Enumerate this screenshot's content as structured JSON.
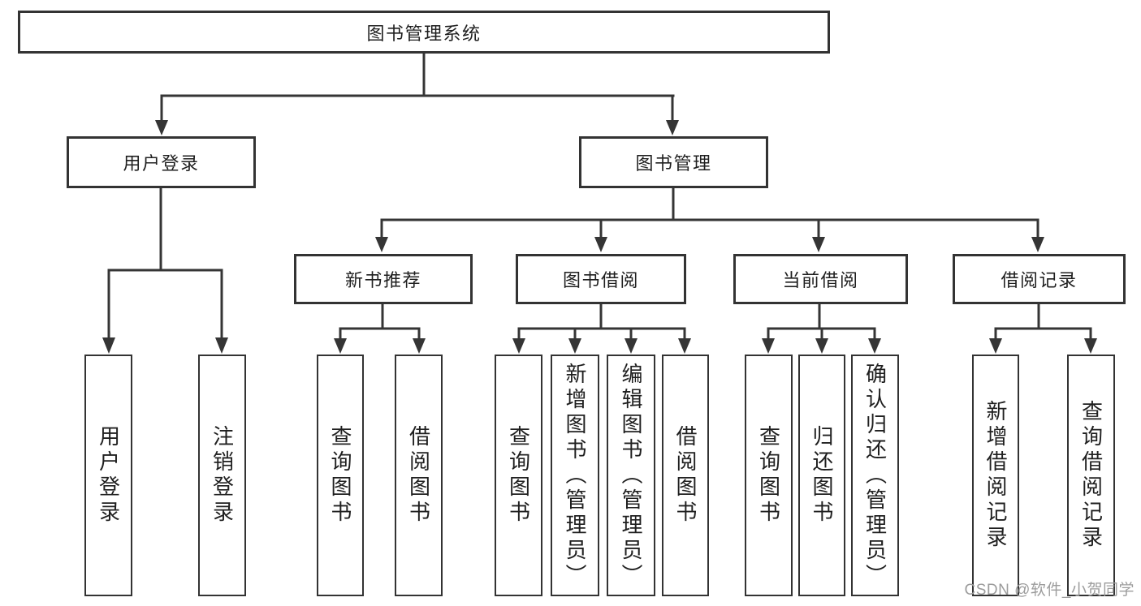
{
  "diagram": {
    "root": {
      "label": "图书管理系统"
    },
    "branches": [
      {
        "label": "用户登录",
        "children": [
          {
            "label": "用户登录"
          },
          {
            "label": "注销登录"
          }
        ]
      },
      {
        "label": "图书管理",
        "sections": [
          {
            "label": "新书推荐",
            "children": [
              {
                "label": "查询图书"
              },
              {
                "label": "借阅图书"
              }
            ]
          },
          {
            "label": "图书借阅",
            "children": [
              {
                "label": "查询图书"
              },
              {
                "label": "新增图书（管理员）"
              },
              {
                "label": "编辑图书（管理员）"
              },
              {
                "label": "借阅图书"
              }
            ]
          },
          {
            "label": "当前借阅",
            "children": [
              {
                "label": "查询图书"
              },
              {
                "label": "归还图书"
              },
              {
                "label": "确认归还（管理员）"
              }
            ]
          },
          {
            "label": "借阅记录",
            "children": [
              {
                "label": "新增借阅记录"
              },
              {
                "label": "查询借阅记录"
              }
            ]
          }
        ]
      }
    ]
  },
  "colors": {
    "line": "#353535",
    "border": "#333333",
    "text": "#1f1f1f",
    "watermark": "#9c9c9c",
    "background": "#ffffff"
  },
  "watermark": {
    "text": "CSDN @软件_小贺同学"
  }
}
